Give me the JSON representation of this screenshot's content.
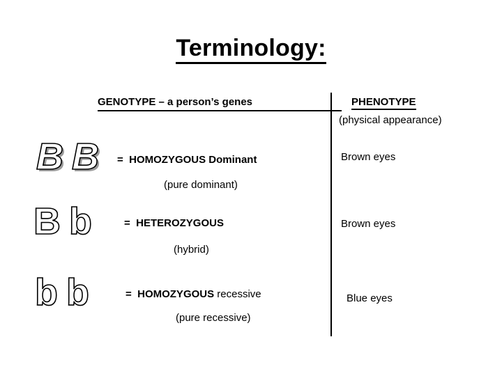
{
  "slide": {
    "title": "Terminology:"
  },
  "headers": {
    "genotype": "GENOTYPE – a person’s genes",
    "phenotype_title": "PHENOTYPE",
    "phenotype_subtitle": "(physical appearance)"
  },
  "rows": [
    {
      "alleles": [
        "B",
        "B"
      ],
      "allele_style": "outline-italic-shadow",
      "equals": "=",
      "term_bold": "HOMOZYGOUS",
      "term_rest": "Dominant",
      "term_rest_bold": true,
      "note": "(pure dominant)",
      "phenotype": "Brown eyes"
    },
    {
      "alleles": [
        "B",
        "b"
      ],
      "allele_style": "outline",
      "equals": "=",
      "term_bold": "HETEROZYGOUS",
      "term_rest": "",
      "term_rest_bold": false,
      "note": "(hybrid)",
      "phenotype": "Brown eyes"
    },
    {
      "alleles": [
        "b",
        "b"
      ],
      "allele_style": "outline",
      "equals": "=",
      "term_bold": "HOMOZYGOUS",
      "term_rest": "recessive",
      "term_rest_bold": false,
      "note": "(pure recessive)",
      "phenotype": "Blue eyes"
    }
  ],
  "colors": {
    "text": "#000000",
    "background": "#ffffff",
    "allele_shadow": "#9a9a9a",
    "rule": "#000000"
  }
}
